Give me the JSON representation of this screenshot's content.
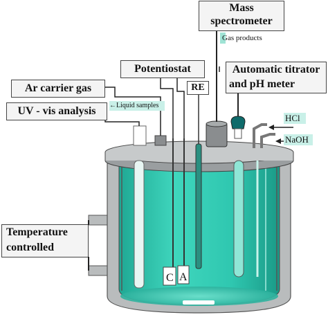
{
  "labels": {
    "mass_spectrometer_line1": "Mass",
    "mass_spectrometer_line2": "spectrometer",
    "gas_products": "Gas products",
    "potentiostat": "Potentiostat",
    "re": "RE",
    "titrator_line1": "Automatic titrator",
    "titrator_line2": "and pH meter",
    "ar_carrier_gas": "Ar carrier gas",
    "uv_vis": "UV - vis analysis",
    "liquid_samples": "←Liquid samples",
    "hcl": "HCl",
    "naoh": "NaOH",
    "temperature_line1": "Temperature",
    "temperature_line2": "controlled",
    "counter_electrode": "C",
    "anode": "A"
  },
  "colors": {
    "vessel_gray": "#b9bcbd",
    "vessel_dark": "#7d8183",
    "liquid_teal": "#2fc7b0",
    "liquid_light": "#6fe0cc",
    "label_tag_teal": "#9fe3d5"
  }
}
